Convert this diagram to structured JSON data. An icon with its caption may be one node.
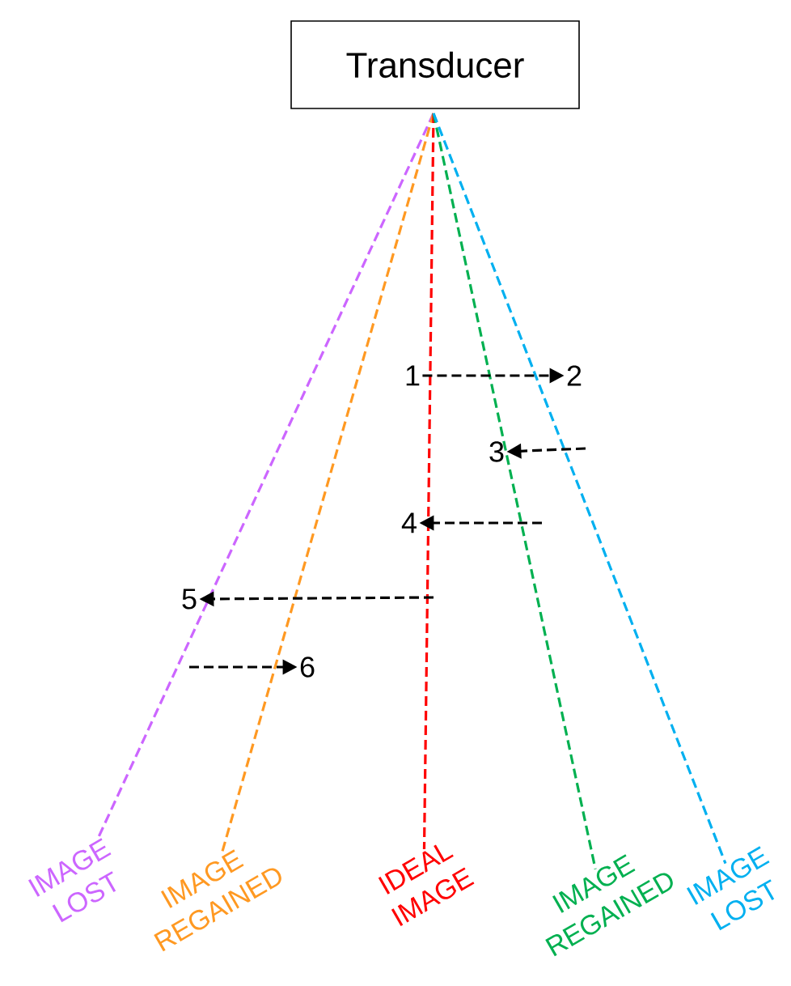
{
  "diagram": {
    "nodes": [
      {
        "text": [
          "Transducer"
        ]
      },
      {
        "text": [
          "IMAGE LOST"
        ]
      },
      {
        "text": [
          "IMAGE REGAINED"
        ]
      },
      {
        "text": [
          "IDEAL IMAGE"
        ]
      },
      {
        "text": [
          "IMAGE REGAINED"
        ]
      },
      {
        "text": [
          "IMAGE LOST"
        ]
      },
      {
        "text": [
          "1"
        ]
      },
      {
        "text": [
          "2"
        ]
      },
      {
        "text": [
          "3"
        ]
      },
      {
        "text": [
          "4"
        ]
      },
      {
        "text": [
          "5"
        ]
      },
      {
        "text": [
          "6"
        ]
      }
    ],
    "edges": [
      {
        "from": 0,
        "to": 1,
        "arrow": "none",
        "style": "dashed",
        "color": "#cc66ff"
      },
      {
        "from": 0,
        "to": 2,
        "arrow": "none",
        "style": "dashed",
        "color": "#ff9922"
      },
      {
        "from": 0,
        "to": 3,
        "arrow": "none",
        "style": "dashed",
        "color": "#ff0000"
      },
      {
        "from": 0,
        "to": 4,
        "arrow": "none",
        "style": "dashed",
        "color": "#00b050"
      },
      {
        "from": 0,
        "to": 5,
        "arrow": "none",
        "style": "dashed",
        "color": "#00b0f0"
      },
      {
        "from": 6,
        "to": 7,
        "arrow": "to",
        "style": "dashed"
      },
      {
        "from": null,
        "to": 8,
        "arrow": "to",
        "style": "dashed"
      },
      {
        "from": null,
        "to": 9,
        "arrow": "to",
        "style": "dashed"
      },
      {
        "from": null,
        "to": 10,
        "arrow": "to",
        "style": "dashed"
      },
      {
        "from": null,
        "to": 11,
        "arrow": "to",
        "style": "dashed"
      }
    ]
  }
}
